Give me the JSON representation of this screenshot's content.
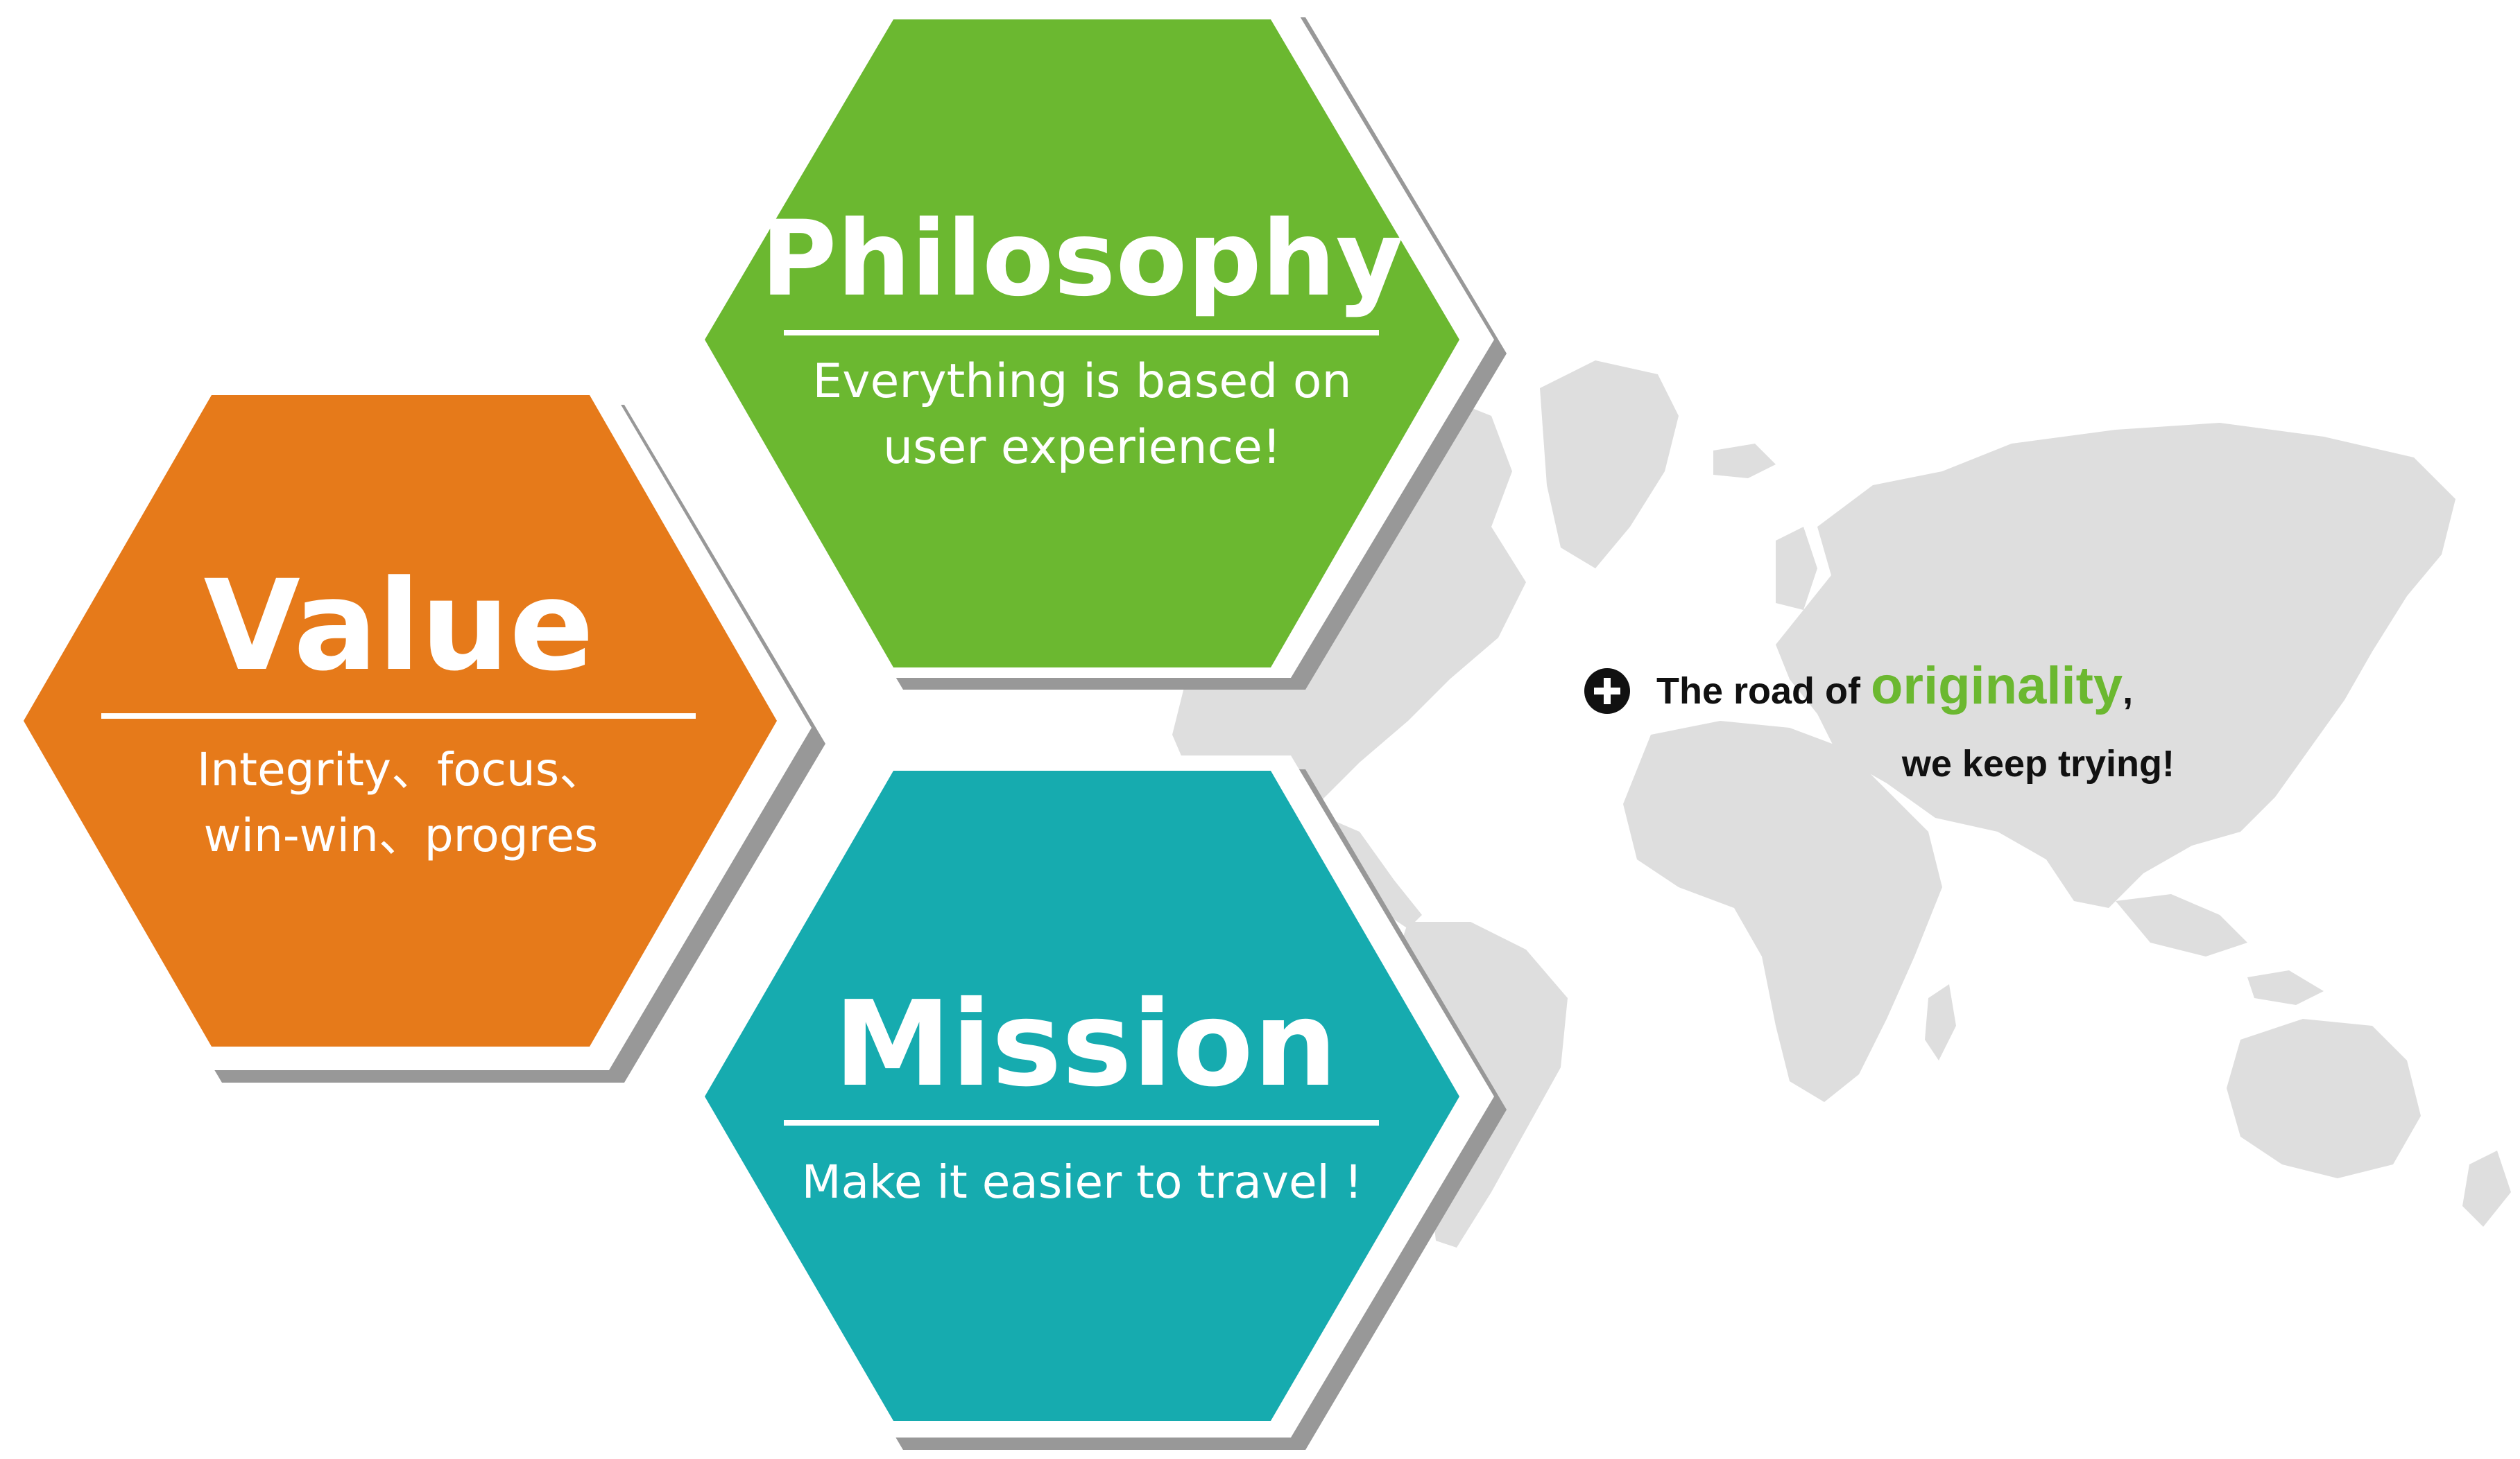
{
  "colors": {
    "value": "#E67A1A",
    "philosophy": "#6BB830",
    "mission": "#16ABAF",
    "shadow": "#989898",
    "map": "#DEDEDE",
    "tagline_text": "#111111",
    "accent_word": "#6BB830"
  },
  "value": {
    "title": "Value",
    "lines": [
      "Integrity、focus、",
      "win-win、progres"
    ]
  },
  "philosophy": {
    "title": "Philosophy",
    "lines": [
      "Everything is based on",
      "user experience!"
    ]
  },
  "mission": {
    "title": "Mission",
    "lines": [
      "Make it easier to travel !"
    ]
  },
  "tagline": {
    "icon": "plus-circle-icon",
    "prefix": "The road of ",
    "highlight": "originality",
    "suffix": ",",
    "line2": "we keep trying!"
  }
}
